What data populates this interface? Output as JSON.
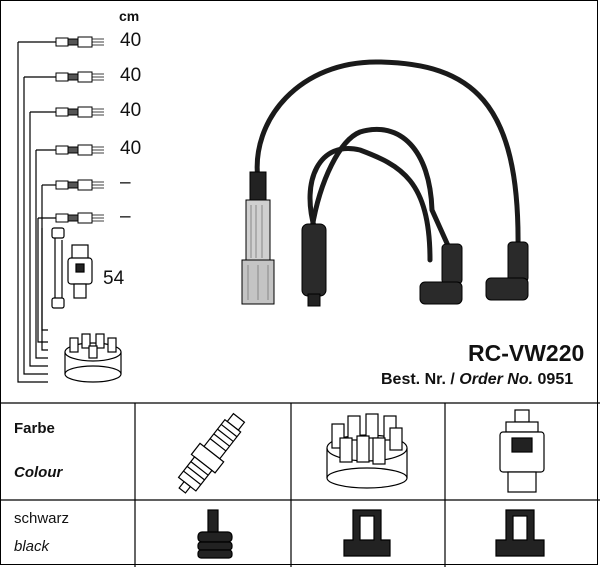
{
  "unit": "cm",
  "leads": [
    {
      "length": "40"
    },
    {
      "length": "40"
    },
    {
      "length": "40"
    },
    {
      "length": "40"
    },
    {
      "length": "–"
    },
    {
      "length": "–"
    }
  ],
  "coil_lead_length": "54",
  "product_code": "RC-VW220",
  "order": {
    "prefix": "Best. Nr. /",
    "label_italic": "Order No.",
    "number": "0951"
  },
  "table": {
    "header_de": "Farbe",
    "header_en": "Colour",
    "color_de": "schwarz",
    "color_en": "black"
  },
  "icons": [
    "spark-plug-icon",
    "distributor-cap-icon",
    "ignition-coil-icon"
  ],
  "colors": {
    "cable": "#1a1a1a",
    "line": "#000000",
    "chrome": "#c8c8c8"
  }
}
